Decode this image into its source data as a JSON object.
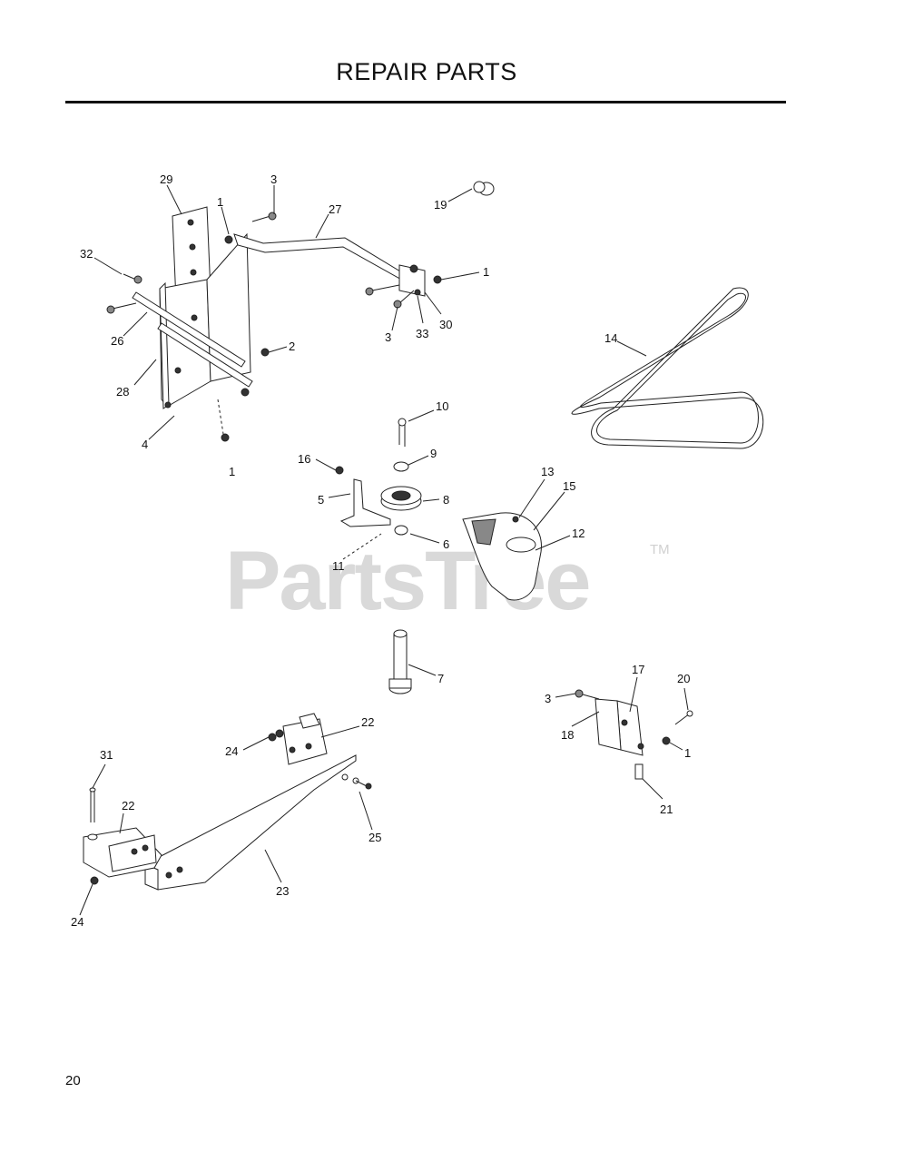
{
  "page": {
    "title": "REPAIR PARTS",
    "page_number": "20",
    "watermark": "PartsTree",
    "watermark_mark": "TM"
  },
  "callouts": {
    "c29": "29",
    "c3a": "3",
    "c1a": "1",
    "c27": "27",
    "c19": "19",
    "c32": "32",
    "c1b": "1",
    "c26": "26",
    "c3b": "3",
    "c33": "33",
    "c30": "30",
    "c2": "2",
    "c14": "14",
    "c28": "28",
    "c4": "4",
    "c1c": "1",
    "c10": "10",
    "c9": "9",
    "c16": "16",
    "c5": "5",
    "c8": "8",
    "c13": "13",
    "c15": "15",
    "c12": "12",
    "c11": "11",
    "c6": "6",
    "c7": "7",
    "c17": "17",
    "c20": "20",
    "c3c": "3",
    "c18": "18",
    "c1d": "1",
    "c21": "21",
    "c22a": "22",
    "c24a": "24",
    "c31": "31",
    "c22b": "22",
    "c25": "25",
    "c23": "23",
    "c24b": "24"
  }
}
